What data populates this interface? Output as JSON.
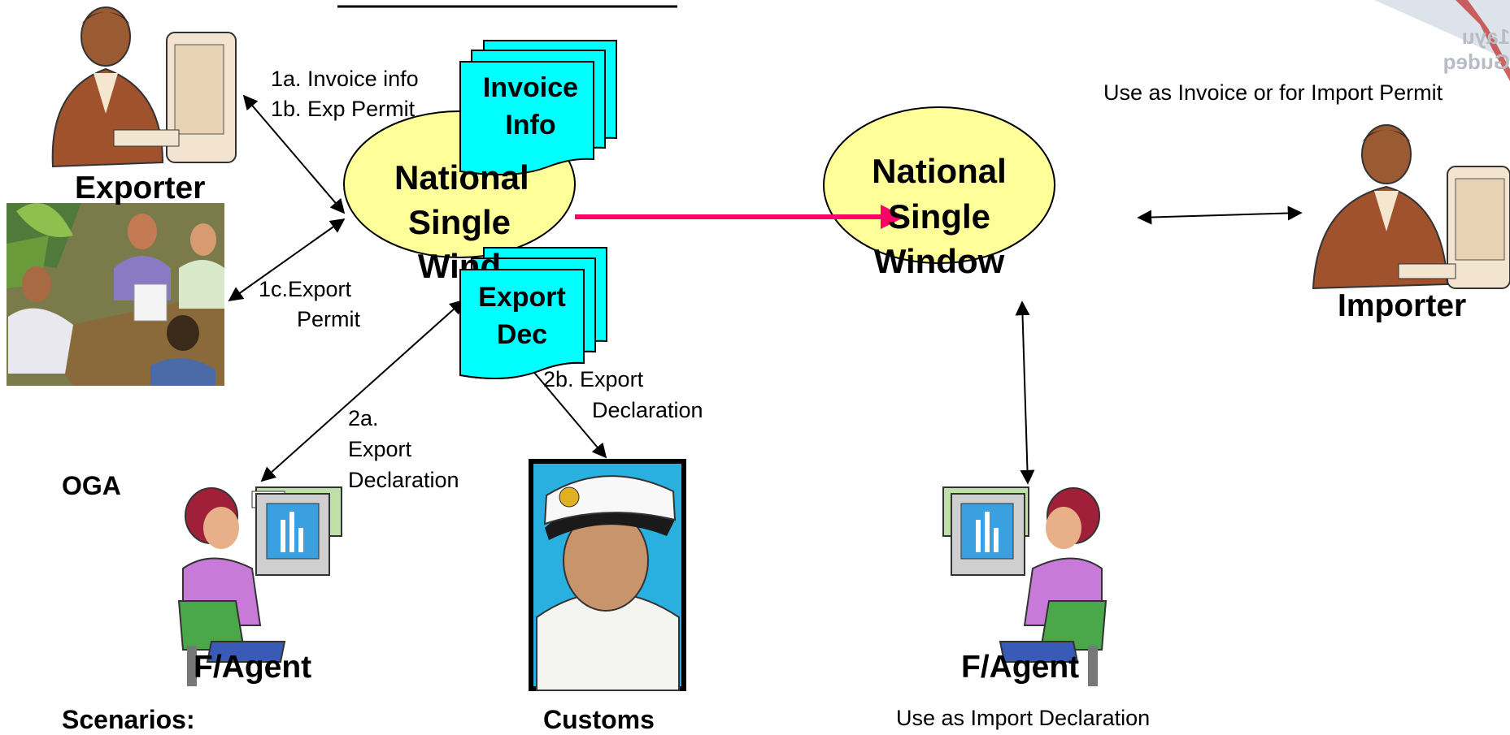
{
  "title_fragment": "Exporting Country",
  "watermark_text": "1ayu Gudeq",
  "actors": {
    "exporter": "Exporter",
    "oga": "OGA",
    "fagent_left": "F/Agent",
    "customs": "Customs",
    "fagent_right": "F/Agent",
    "importer": "Importer"
  },
  "nsw_left": [
    "National",
    "Single",
    "Wind"
  ],
  "nsw_right": [
    "National",
    "Single",
    "Window"
  ],
  "docs": {
    "invoice": [
      "Invoice",
      "Info"
    ],
    "export_dec": [
      "Export",
      "Dec"
    ]
  },
  "flow_labels": {
    "l1a": "1a. Invoice info",
    "l1b": "1b. Exp Permit",
    "l1c_1": "1c.Export",
    "l1c_2": "Permit",
    "l2a_1": "2a.",
    "l2a_2": "Export",
    "l2a_3": "Declaration",
    "l2b_1": "2b. Export",
    "l2b_2": "Declaration"
  },
  "notes": {
    "importer_use": "Use as Invoice or for Import Permit",
    "agent_use": "Use as Import Declaration",
    "scenarios": "Scenarios:"
  },
  "colors": {
    "nsw_fill": "#ffff99",
    "doc_fill": "#00ffff",
    "main_arrow": "#ff0066"
  }
}
